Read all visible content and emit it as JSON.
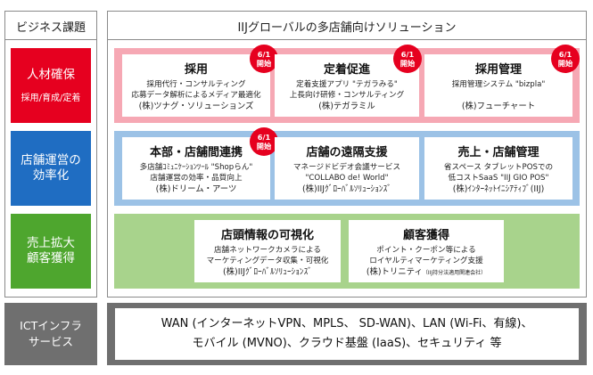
{
  "header": {
    "left": "ビジネス課題",
    "right": "IIJグローバルの多店舗向けソリューション"
  },
  "colors": {
    "red": "#e6001f",
    "pink_band": "#f6a8b4",
    "blue": "#1f6dc2",
    "blue_band": "#9cc2e6",
    "green": "#4ea62e",
    "green_band": "#a8d38c",
    "gray": "#6f6f6f"
  },
  "rows": [
    {
      "category": {
        "line1": "人材確保",
        "line2": "",
        "sub": "採用/育成/定着"
      },
      "cards": [
        {
          "title": "採用",
          "lines": [
            "採用代行・コンサルティング",
            "応募データ解析によるメディア最適化"
          ],
          "company": "(株)ツナグ・ソリューションズ",
          "company_note": "",
          "badge": {
            "top": "6/1",
            "bottom": "開始"
          }
        },
        {
          "title": "定着促進",
          "lines": [
            "定着支援アプリ \"テガラみる\"",
            "上長向け研修・コンサルティング"
          ],
          "company": "(株)テガラミル",
          "company_note": "",
          "badge": {
            "top": "6/1",
            "bottom": "開始"
          }
        },
        {
          "title": "採用管理",
          "lines": [
            "採用管理システム \"bizpla\"",
            ""
          ],
          "company": "(株)フューチャート",
          "company_note": "",
          "badge": {
            "top": "6/1",
            "bottom": "開始"
          }
        }
      ]
    },
    {
      "category": {
        "line1": "店舗運営の",
        "line2": "効率化",
        "sub": ""
      },
      "cards": [
        {
          "title": "本部・店舗間連携",
          "lines": [
            "多店舗ｺﾐｭﾆｹｰｼｮﾝﾂｰﾙ \"Shopらん\"",
            "店舗運営の効率・品質向上"
          ],
          "company": "(株)ドリーム・アーツ",
          "company_note": "",
          "badge": {
            "top": "6/1",
            "bottom": "開始"
          }
        },
        {
          "title": "店舗の遠隔支援",
          "lines": [
            "マネージドビデオ会議サービス",
            "\"COLLABO de! World\""
          ],
          "company": "(株)IIJｸﾞﾛｰﾊﾞﾙｿﾘｭｰｼｮﾝｽﾞ",
          "company_note": ""
        },
        {
          "title": "売上・店舗管理",
          "lines": [
            "省スペース タブレットPOSでの",
            "低コストSaaS \"IIJ GIO POS\""
          ],
          "company": "(株)ｲﾝﾀｰﾈｯﾄｲﾆｼｱﾃｨﾌﾞ(IIJ)",
          "company_note": ""
        }
      ]
    },
    {
      "category": {
        "line1": "売上拡大",
        "line2": "顧客獲得",
        "sub": ""
      },
      "cards": [
        {
          "title": "店頭情報の可視化",
          "lines": [
            "店舗ネットワークカメラによる",
            "マーケティングデータ収集・可視化"
          ],
          "company": "(株)IIJｸﾞﾛｰﾊﾞﾙｿﾘｭｰｼｮﾝｽﾞ",
          "company_note": ""
        },
        {
          "title": "顧客獲得",
          "lines": [
            "ポイント・クーポン等による",
            "ロイヤルティマーケティング支援"
          ],
          "company": "(株)トリニティ",
          "company_note": "（IIJ持分法適用関連会社）"
        }
      ]
    }
  ],
  "infra": {
    "label_line1": "ICTインフラ",
    "label_line2": "サービス",
    "text_line1": "WAN (インターネットVPN、MPLS、 SD-WAN)、LAN (Wi-Fi、有線)、",
    "text_line2": "モバイル (MVNO)、クラウド基盤 (IaaS)、セキュリティ 等"
  }
}
